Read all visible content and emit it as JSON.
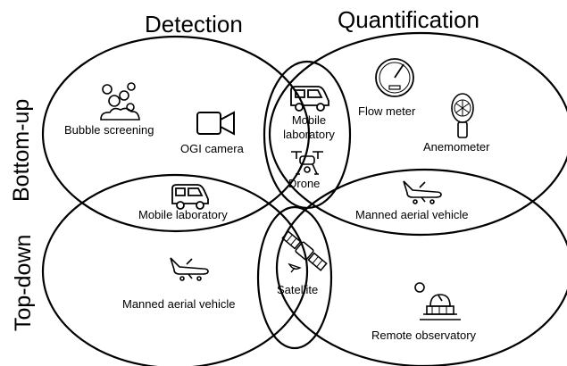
{
  "columns": {
    "left": "Detection",
    "right": "Quantification"
  },
  "rows": {
    "top": "Bottom-up",
    "bottom": "Top-down"
  },
  "items": {
    "bubble_screening": "Bubble screening",
    "ogi_camera": "OGI camera",
    "mobile_lab_center_line1": "Mobile",
    "mobile_lab_center_line2": "laboratory",
    "drone": "Drone",
    "flow_meter": "Flow meter",
    "anemometer": "Anemometer",
    "mobile_lab_lower": "Mobile laboratory",
    "manned_aerial_upper": "Manned aerial vehicle",
    "manned_aerial_lower": "Manned aerial vehicle",
    "satellite": "Satellite",
    "remote_observatory": "Remote observatory"
  },
  "icons": [
    "bubbles-icon",
    "video-camera-icon",
    "van-icon",
    "drone-icon",
    "gauge-icon",
    "anemometer-icon",
    "airplane-icon",
    "satellite-icon",
    "observatory-icon"
  ]
}
